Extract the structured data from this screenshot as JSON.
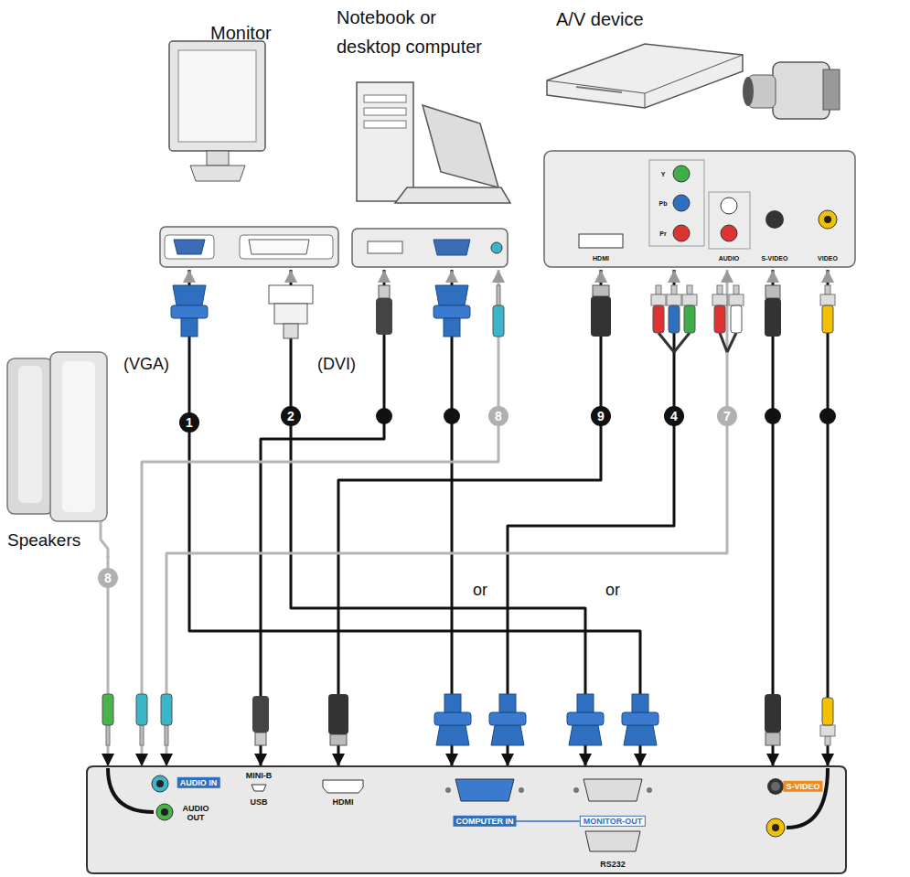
{
  "diagram": {
    "nodes": [
      {
        "text": [
          "Monitor"
        ]
      },
      {
        "text": [
          "Notebook or desktop computer"
        ]
      },
      {
        "text": [
          "A/V device"
        ]
      },
      {
        "text": [
          "Speakers"
        ]
      },
      {
        "text": [
          "AUDIO IN",
          "AUDIO OUT",
          "MINI-B",
          "USB",
          "HDMI",
          "COMPUTER IN",
          "MONITOR-OUT",
          "RS232",
          "S-VIDEO"
        ]
      }
    ],
    "edges": [
      {
        "from": 0,
        "to": 4,
        "label": "1",
        "arrow": "both"
      },
      {
        "from": 0,
        "to": 4,
        "label": "2",
        "arrow": "both"
      },
      {
        "from": 1,
        "to": 4,
        "arrow": "both"
      },
      {
        "from": 1,
        "to": 4,
        "arrow": "both"
      },
      {
        "from": 1,
        "to": 4,
        "label": "8",
        "arrow": "both"
      },
      {
        "from": 2,
        "to": 4,
        "label": "9",
        "arrow": "both"
      },
      {
        "from": 2,
        "to": 4,
        "label": "4",
        "arrow": "both"
      },
      {
        "from": 2,
        "to": 4,
        "label": "7",
        "arrow": "both"
      },
      {
        "from": 2,
        "to": 4,
        "arrow": "both"
      },
      {
        "from": 2,
        "to": 4,
        "arrow": "both"
      },
      {
        "from": 3,
        "to": 4,
        "label": "8",
        "arrow": "to"
      }
    ],
    "labels": [
      "(VGA)",
      "(DVI)",
      "or",
      "or",
      "HDMI",
      "Y",
      "Pb",
      "Pr",
      "AUDIO",
      "S-VIDEO",
      "VIDEO"
    ]
  }
}
